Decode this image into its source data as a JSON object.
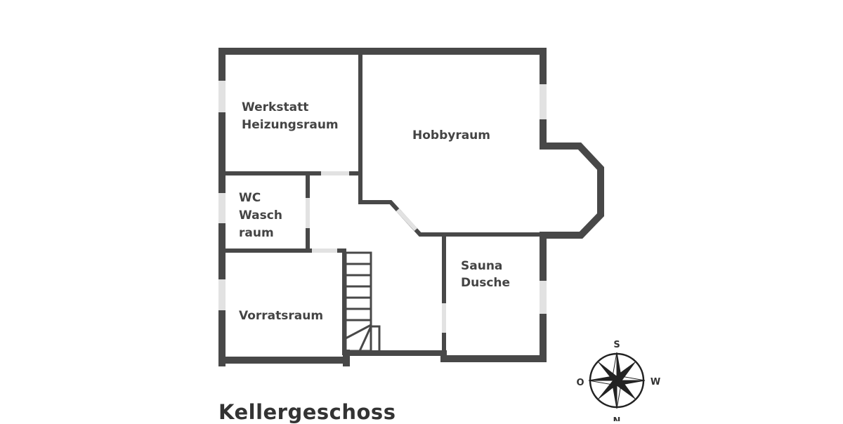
{
  "plan": {
    "title": "Kellergeschoss",
    "rooms": {
      "werkstatt": [
        "Werkstatt",
        "Heizungsraum"
      ],
      "hobby": [
        "Hobbyraum"
      ],
      "wc": [
        "WC",
        "Wasch",
        "raum"
      ],
      "sauna": [
        "Sauna",
        "Dusche"
      ],
      "vorrat": [
        "Vorratsraum"
      ]
    },
    "wall_color": "#484848",
    "window_color": "#e2e2e2"
  },
  "compass": {
    "top": "S",
    "left": "O",
    "right": "W",
    "bottom": "N"
  }
}
